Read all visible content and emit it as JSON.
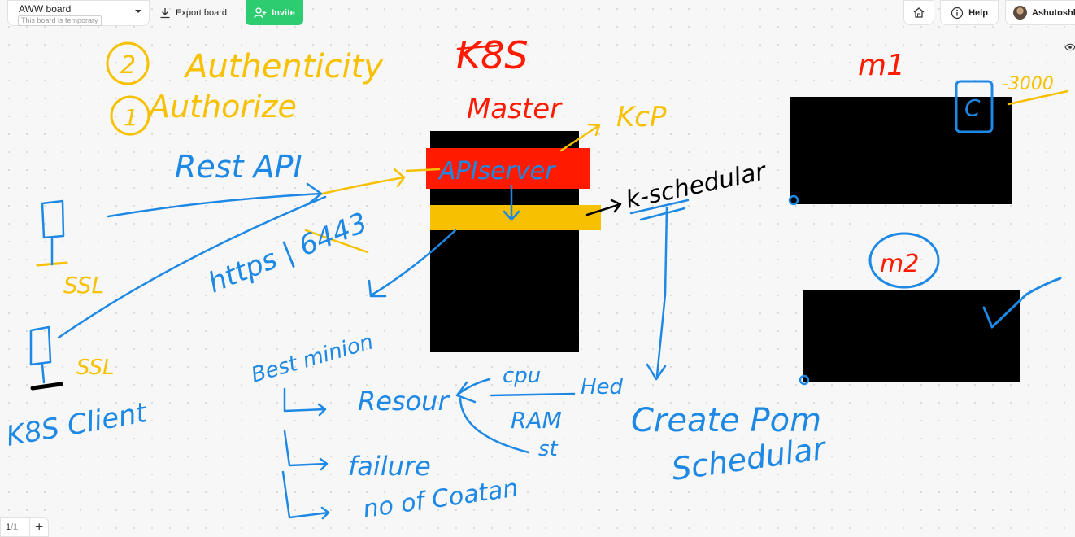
{
  "app": {
    "board_name": "AWW board",
    "board_subtitle": "This board is temporary",
    "export_label": "Export board",
    "invite_label": "Invite",
    "help_label": "Help",
    "user_name": "Ashutoshh"
  },
  "pager": {
    "current": "1",
    "total": "/1"
  },
  "colors": {
    "blue": "#1e88e5",
    "yellow": "#f7c000",
    "red": "#ff1a00",
    "black": "#000000",
    "invite_green": "#2ecc71"
  },
  "canvas": {
    "k8s_title": "K8S",
    "master_label": "Master",
    "kcp_label": "KcP",
    "m1_label": "m1",
    "m2_label": "m2",
    "m1_c_label": "C",
    "m1_port_label": "-3000",
    "auth_num_2": "2",
    "auth_label": "Authenticity",
    "auth_num_1": "1",
    "authorize_label": "Authorize",
    "rest_api_label": "Rest API",
    "https_label": "https | 6443",
    "ssl_label_1": "SSL",
    "ssl_label_2": "SSL",
    "k8s_client_label": "K8S Client",
    "apiserver_label": "APIserver",
    "k_scheduler_label": "k-schedular",
    "best_minion_label": "Best minion",
    "resource_label": "Resour",
    "failure_label": "failure",
    "containers_label": "no of Coatan",
    "cpu_label": "cpu",
    "ram_label": "RAM",
    "st_label": "st",
    "hed_label": "Hed",
    "create_pod_label": "Create Pom",
    "scheduler_label": "Schedular"
  }
}
